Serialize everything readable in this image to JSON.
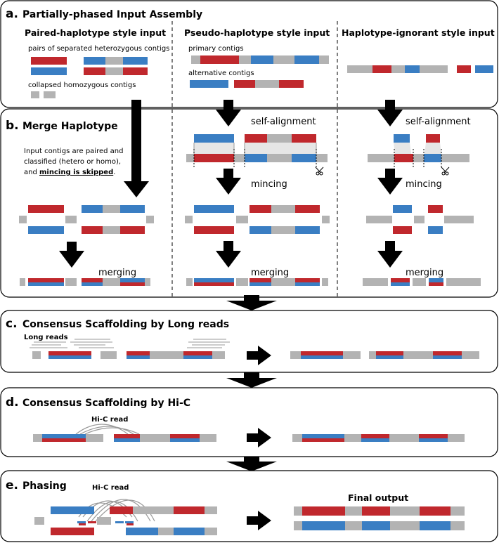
{
  "colors": {
    "hetero_hap1": "#c0282d",
    "hetero_hap2": "#3a7ec3",
    "homo": "#b3b3b3",
    "arrow": "#000000"
  },
  "sections": {
    "a": {
      "letter": "a.",
      "title": "Partially-phased Input Assembly"
    },
    "b": {
      "letter": "b.",
      "title": "Merge Haplotype"
    },
    "c": {
      "letter": "c.",
      "title": "Consensus Scaffolding by Long reads"
    },
    "d": {
      "letter": "d.",
      "title": "Consensus Scaffolding by Hi-C"
    },
    "e": {
      "letter": "e.",
      "title": "Phasing"
    }
  },
  "columns": {
    "paired": {
      "title": "Paired-haplotype style input",
      "label_pairs": "pairs of separated heterozygous contigs",
      "label_collapsed": "collapsed homozygous contigs",
      "note_line1": "Input contigs are paired and",
      "note_line2": "classified (hetero or homo),",
      "note_line3_prefix": "and ",
      "note_line3_emph": "mincing is skipped",
      "note_line3_suffix": ".",
      "step_merging": "merging"
    },
    "pseudo": {
      "title": "Pseudo-haplotype style input",
      "label_primary": "primary contigs",
      "label_alternative": "alternative contigs",
      "step_self_alignment": "self-alignment",
      "step_mincing": "mincing",
      "step_merging": "merging"
    },
    "ignorant": {
      "title": "Haplotype-ignorant style input",
      "step_self_alignment": "self-alignment",
      "step_mincing": "mincing",
      "step_merging": "merging"
    }
  },
  "panel_c": {
    "long_reads_label": "Long reads"
  },
  "panel_d": {
    "hic_label": "Hi-C read"
  },
  "panel_e": {
    "hic_label": "Hi-C read",
    "final_output_label": "Final output"
  },
  "icons": [
    "scissors-icon",
    "down-arrow-icon",
    "right-arrow-icon"
  ]
}
